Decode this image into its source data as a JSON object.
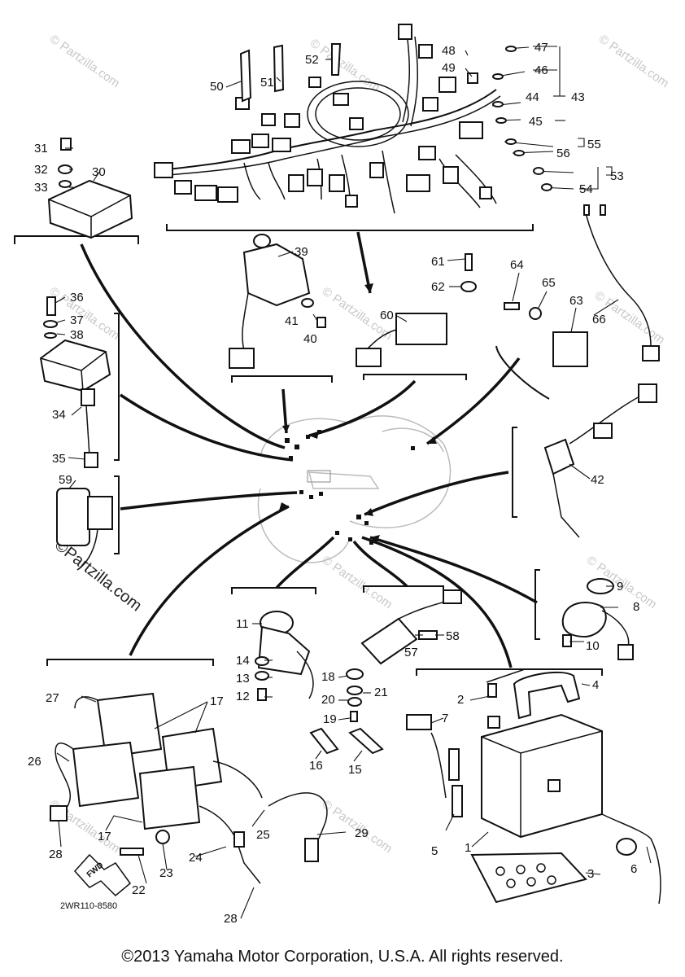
{
  "watermark": {
    "text": "© Partzilla.com",
    "logo_text": "©Partzilla.com"
  },
  "diagram": {
    "drawing_code": "2WR110-8580",
    "arrow_label": "FWD",
    "callouts": [
      "1",
      "2",
      "3",
      "4",
      "5",
      "6",
      "7",
      "8",
      "9",
      "10",
      "11",
      "12",
      "13",
      "14",
      "15",
      "16",
      "17",
      "17",
      "18",
      "19",
      "20",
      "21",
      "22",
      "23",
      "24",
      "25",
      "26",
      "27",
      "28",
      "28",
      "29",
      "30",
      "31",
      "32",
      "33",
      "34",
      "35",
      "36",
      "37",
      "38",
      "39",
      "40",
      "41",
      "42",
      "43",
      "44",
      "45",
      "46",
      "47",
      "48",
      "49",
      "50",
      "51",
      "52",
      "53",
      "54",
      "55",
      "56",
      "57",
      "58",
      "59",
      "60",
      "61",
      "62",
      "63",
      "64",
      "65",
      "66"
    ]
  },
  "footer": {
    "copyright": "©2013 Yamaha Motor Corporation, U.S.A. All rights reserved."
  }
}
